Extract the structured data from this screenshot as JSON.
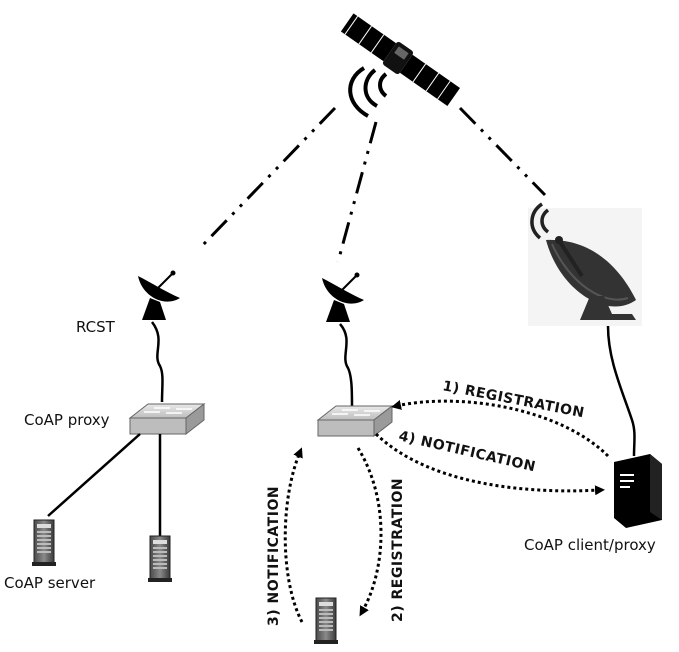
{
  "labels": {
    "rcst": "RCST",
    "coap_proxy": "CoAP proxy",
    "coap_server": "CoAP server",
    "coap_client": "CoAP client/proxy"
  },
  "arrows": {
    "registration_1": "1) REGISTRATION",
    "registration_2": "2) REGISTRATION",
    "notification_3": "3) NOTIFICATION",
    "notification_4": "4) NOTIFICATION"
  },
  "icons": {
    "satellite": "satellite-icon",
    "dish_small": "satellite-dish-icon",
    "dish_large": "satellite-dish-large-icon",
    "switch": "network-switch-icon",
    "server": "server-tower-icon"
  },
  "colors": {
    "ink": "#000000",
    "switch_fill": "#c8c8c8",
    "server_fill": "#6e6e6e"
  }
}
